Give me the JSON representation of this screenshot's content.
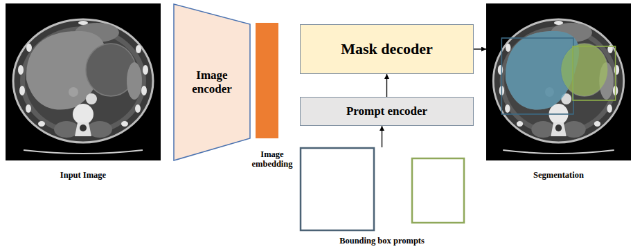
{
  "diagram": {
    "nodes": [
      {
        "text": [
          "Input Image"
        ]
      },
      {
        "text": [
          "Image encoder"
        ]
      },
      {
        "text": [
          "Image embedding"
        ]
      },
      {
        "text": [
          "Mask decoder"
        ]
      },
      {
        "text": [
          "Prompt encoder"
        ]
      },
      {
        "text": [
          "Bounding box prompts"
        ]
      },
      {
        "text": [
          "Segmentation"
        ]
      }
    ],
    "edges": [
      {
        "from": 4,
        "to": 3,
        "arrow": "to"
      },
      {
        "from": 5,
        "to": 4,
        "arrow": "to"
      },
      {
        "from": 3,
        "to": 6,
        "arrow": "to"
      }
    ]
  }
}
